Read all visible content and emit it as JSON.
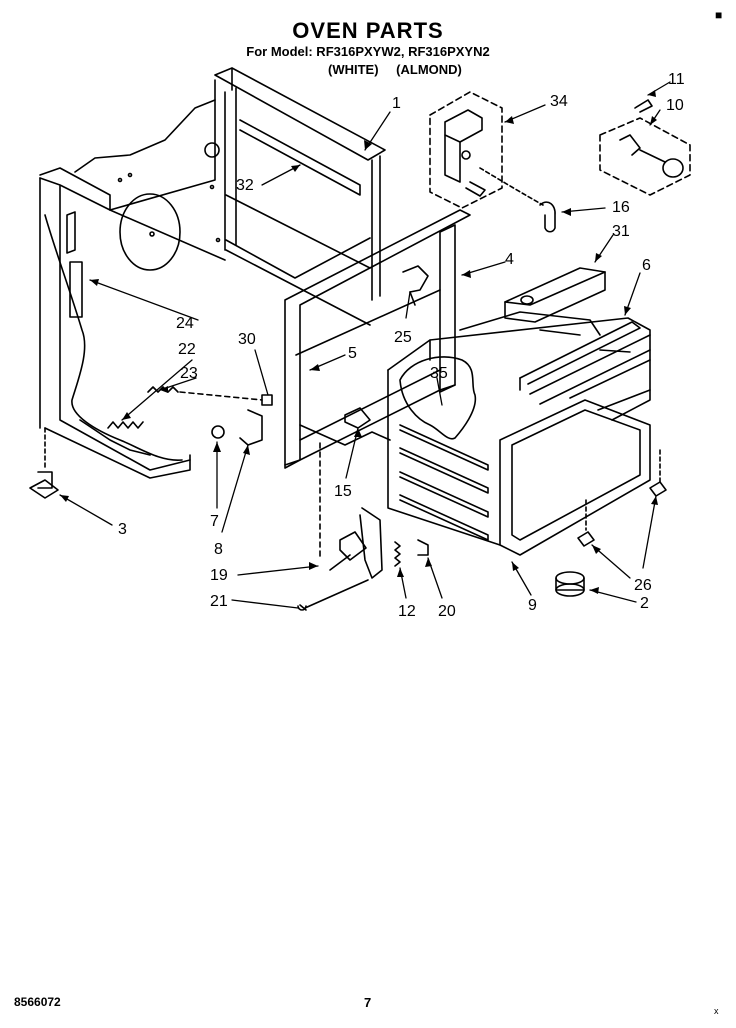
{
  "header": {
    "title": "OVEN PARTS",
    "subtitle": "For Model: RF316PXYW2, RF316PXYN2",
    "variants": [
      "(WHITE)",
      "(ALMOND)"
    ]
  },
  "part_labels": [
    "1",
    "34",
    "11",
    "10",
    "32",
    "16",
    "31",
    "24",
    "4",
    "6",
    "30",
    "5",
    "25",
    "22",
    "23",
    "35",
    "7",
    "15",
    "8",
    "3",
    "19",
    "12",
    "20",
    "9",
    "26",
    "21",
    "2"
  ],
  "footer": {
    "code": "8566072",
    "page": "7"
  },
  "marks": {
    "top_right": "■",
    "bottom_right": "x"
  }
}
